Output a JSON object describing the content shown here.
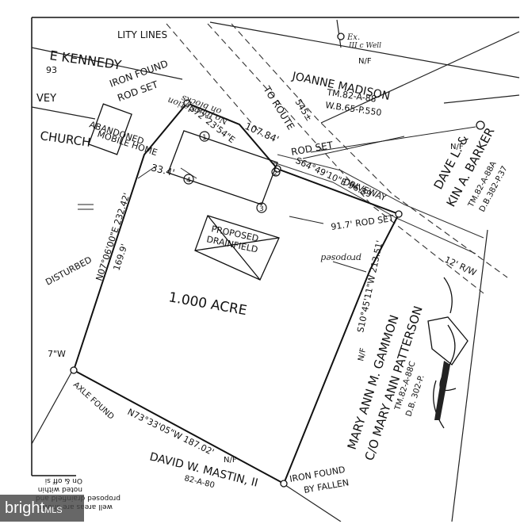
{
  "labels": {
    "utility_lines": "LITY LINES",
    "kennedy": "E KENNEDY",
    "kennedy_num": "93",
    "vey": "VEY",
    "church": "CHURCH",
    "iron_found_top": "IRON FOUND",
    "rod_set_top": "ROD SET",
    "bearing_top": "S72°23'54\"E",
    "no_foundation": "No foundation",
    "on_blocks": "on blocks",
    "abandoned": "ABANDONED",
    "mobile_home": "MOBILE HOME",
    "to_route": "TO ROUTE",
    "route_num": "545±",
    "dist_107": "107.84'",
    "rod_set_mid": "ROD SET",
    "joanne": "JOANNE MADISON",
    "joanne_nf": "N/F",
    "joanne_tm": "TM.82-A-88",
    "joanne_wb": "W.B.65-P.550",
    "ex_well_top": "Ex.",
    "ex_well_top2": "III c Well",
    "dist_33": "33.4'",
    "bearing_e": "S64°49'10\"E 96.89'",
    "driveway": "DRIVEWAY",
    "nf_dave": "N/F",
    "dave": "DAVE L. &",
    "kin": "KIN A. BARKER",
    "dave_tm": "TM.82-A-88A",
    "dave_db": "D.B.382-P.37",
    "rod_set_right": "91.7' ROD SET",
    "proposed_drainfield": "PROPOSED",
    "proposed_drainfield2": "DRAINFIELD",
    "proposed_well": "proposed",
    "disturbed": "DISTURBED",
    "bearing_w": "N07°06'00\"E 232.42'",
    "dist_169": "169.9'",
    "acre": "1.000 ACRE",
    "road_12": "12' R/W",
    "bearing_s": "S10°45'11\"W 213.51'",
    "gammon_nf": "N/F",
    "gammon": "MARY ANN M. GAMMON",
    "patterson": "C/O MARY ANN PATTERSON",
    "gammon_tm": "TM.82-A-88C",
    "gammon_db": "D.B. 302-P.",
    "tw": "7\"W",
    "axle_found": "AXLE FOUND",
    "bearing_bottom": "N73°33'05\"W 187.02'",
    "mastin_nf": "N/F",
    "mastin": "DAVID W. MASTIN, II",
    "mastin_tm": "82-A-80",
    "iron_found_bottom": "IRON FOUND",
    "by_fallen": "BY FALLEN",
    "note1": "On & off si",
    "note2": "noted within",
    "note3": "proposed drainfield and",
    "note4": "well areas are shown.",
    "corner_1": "1",
    "corner_2": "2",
    "corner_3": "3",
    "corner_4": "4"
  },
  "watermark": {
    "brand": "bright",
    "suffix": "MLS"
  }
}
